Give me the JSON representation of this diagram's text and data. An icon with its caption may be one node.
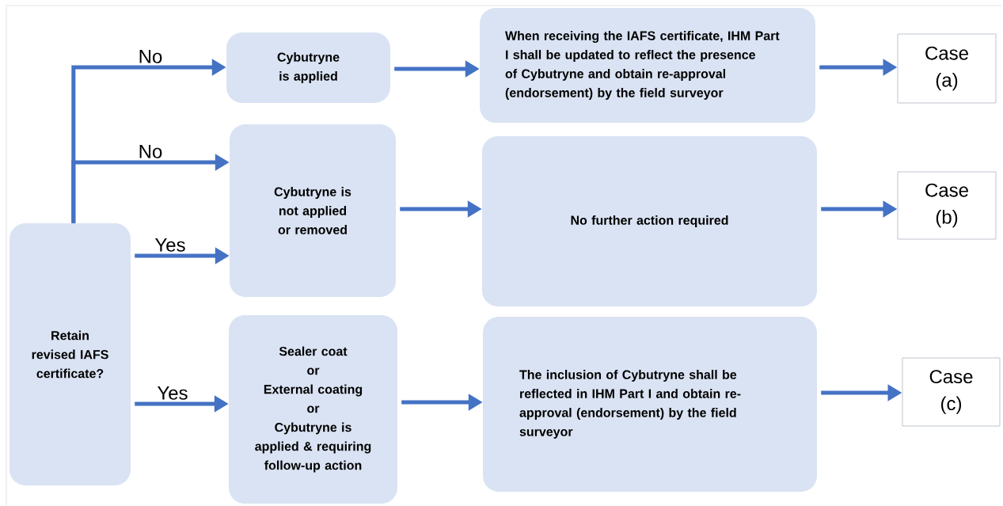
{
  "diagram": {
    "nodes": [
      {
        "text": [
          "Retain revised IAFS certificate?"
        ]
      },
      {
        "text": [
          "Cybutryne is applied"
        ]
      },
      {
        "text": [
          "Cybutryne is not applied or removed"
        ]
      },
      {
        "text": [
          "Sealer coat",
          "or",
          "External coating",
          "or",
          "Cybutryne is applied & requiring follow-up action"
        ]
      },
      {
        "text": [
          "When receiving the IAFS certificate, IHM Part I shall be updated to reflect the presence of Cybutryne and obtain re-approval (endorsement) by the field surveyor"
        ]
      },
      {
        "text": [
          "No further action required"
        ]
      },
      {
        "text": [
          "The inclusion of Cybutryne shall be reflected in IHM Part I and obtain re-approval (endorsement) by the field surveyor"
        ]
      },
      {
        "text": [
          "Case (a)"
        ]
      },
      {
        "text": [
          "Case (b)"
        ]
      },
      {
        "text": [
          "Case (c)"
        ]
      }
    ],
    "edges": [
      {
        "from": 0,
        "to": 1,
        "arrow": "to",
        "label": "No"
      },
      {
        "from": 0,
        "to": 2,
        "arrow": "to",
        "label": "No"
      },
      {
        "from": 0,
        "to": 2,
        "arrow": "to",
        "label": "Yes"
      },
      {
        "from": 0,
        "to": 3,
        "arrow": "to",
        "label": "Yes"
      },
      {
        "from": 1,
        "to": 4,
        "arrow": "to"
      },
      {
        "from": 2,
        "to": 5,
        "arrow": "to"
      },
      {
        "from": 3,
        "to": 6,
        "arrow": "to"
      },
      {
        "from": 4,
        "to": 7,
        "arrow": "to"
      },
      {
        "from": 5,
        "to": 8,
        "arrow": "to"
      },
      {
        "from": 6,
        "to": 9,
        "arrow": "to"
      }
    ]
  }
}
